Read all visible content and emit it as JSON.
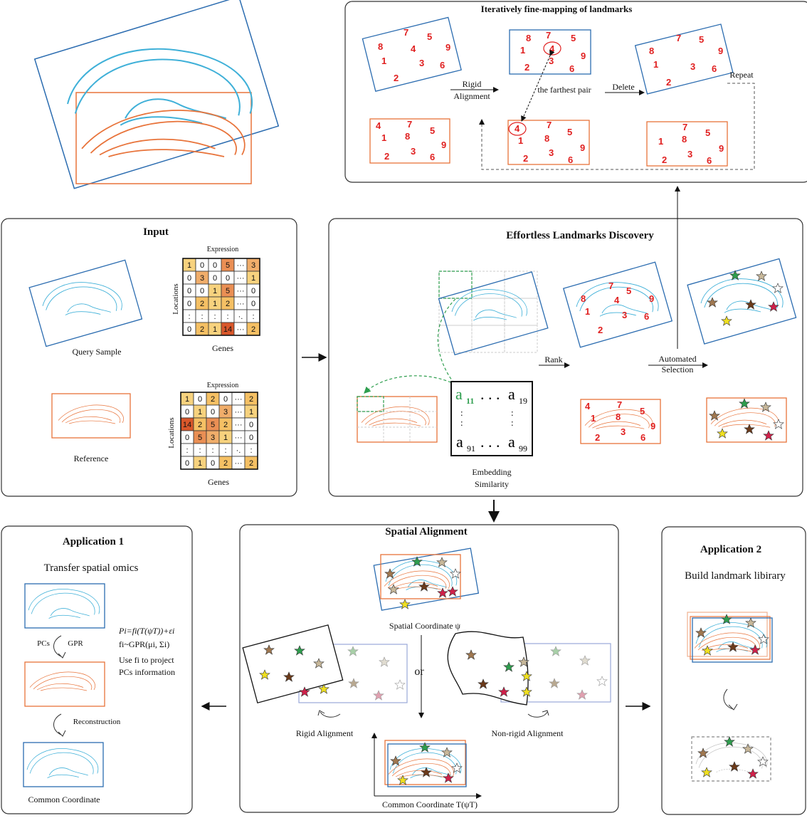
{
  "colors": {
    "blue": "#2b6cb0",
    "orange": "#e8733a",
    "cyan": "#3fb0d8",
    "green": "#2e9e4e",
    "red": "#e02020"
  },
  "top": {
    "title": "Iteratively fine-mapping of landmarks",
    "rigid_1": "Rigid",
    "rigid_2": "Alignment",
    "farthest": "the farthest pair",
    "delete": "Delete",
    "repeat": "Repeat"
  },
  "input": {
    "title": "Input",
    "expression": "Expression",
    "locations": "Locations",
    "genes": "Genes",
    "query": "Query Sample",
    "reference": "Reference",
    "matrix1": [
      [
        "1",
        "0",
        "0",
        "5",
        "···",
        "3"
      ],
      [
        "0",
        "3",
        "0",
        "0",
        "···",
        "1"
      ],
      [
        "0",
        "0",
        "1",
        "5",
        "···",
        "0"
      ],
      [
        "0",
        "2",
        "1",
        "2",
        "···",
        "0"
      ],
      [
        ":",
        ":",
        ":",
        ":",
        "·.",
        ":"
      ],
      [
        "0",
        "2",
        "1",
        "14",
        "···",
        "2"
      ]
    ],
    "matrix2": [
      [
        "1",
        "0",
        "2",
        "0",
        "···",
        "2"
      ],
      [
        "0",
        "1",
        "0",
        "3",
        "···",
        "1"
      ],
      [
        "14",
        "2",
        "5",
        "2",
        "···",
        "0"
      ],
      [
        "0",
        "5",
        "3",
        "1",
        "···",
        "0"
      ],
      [
        ":",
        ":",
        ":",
        ":",
        "·.",
        ":"
      ],
      [
        "0",
        "1",
        "0",
        "2",
        "···",
        "2"
      ]
    ]
  },
  "eld": {
    "title": "Effortless Landmarks Discovery",
    "rank": "Rank",
    "auto_1": "Automated",
    "auto_2": "Selection",
    "emb_1": "Embedding",
    "emb_2": "Similarity",
    "a11": "a",
    "a11_sub": "11",
    "a19": "a",
    "a19_sub": "19",
    "a91": "a",
    "a91_sub": "91",
    "a99": "a",
    "a99_sub": "99",
    "dots": ". . ."
  },
  "app1": {
    "title": "Application  1",
    "subtitle": "Transfer spatial omics",
    "pcs": "PCs",
    "gpr": "GPR",
    "eq1": "Pi=fi(T(ψT))+εi",
    "eq2": "fi~GPR(μi, Σi)",
    "eq3": "Use fi to project",
    "eq4": "PCs information",
    "recon": "Reconstruction",
    "common": "Common Coordinate"
  },
  "sa": {
    "title": "Spatial Alignment",
    "spatial": "Spatial Coordinate ψ",
    "or": "or",
    "rigid": "Rigid Alignment",
    "nonrigid": "Non-rigid Alignment",
    "common": "Common Coordinate T(ψT)"
  },
  "app2": {
    "title": "Application 2",
    "subtitle": "Build landmark libirary"
  }
}
